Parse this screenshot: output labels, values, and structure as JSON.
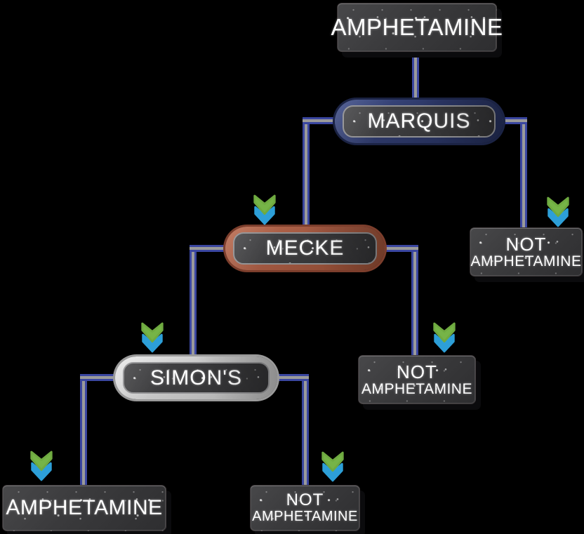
{
  "diagram": {
    "background": "#000000",
    "nodes": {
      "amphetamine_top": {
        "label": "AMPHETAMINE",
        "type": "result-box"
      },
      "marquis": {
        "label": "MARQUIS",
        "type": "reagent-pill",
        "accent": "#2c3766"
      },
      "not_after_marquis": {
        "line1": "NOT",
        "line2": "AMPHETAMINE",
        "type": "result-box"
      },
      "mecke": {
        "label": "MECKE",
        "type": "reagent-pill",
        "accent": "#a05740"
      },
      "not_after_mecke": {
        "line1": "NOT",
        "line2": "AMPHETAMINE",
        "type": "result-box"
      },
      "simons": {
        "label": "SIMON'S",
        "type": "reagent-pill",
        "accent": "#c6c6c6"
      },
      "amphetamine_result": {
        "label": "AMPHETAMINE",
        "type": "result-box"
      },
      "not_after_simons": {
        "line1": "NOT",
        "line2": "AMPHETAMINE",
        "type": "result-box"
      }
    },
    "edges": [
      {
        "from": "amphetamine_top",
        "to": "marquis"
      },
      {
        "from": "marquis",
        "to": "mecke",
        "side": "left"
      },
      {
        "from": "marquis",
        "to": "not_after_marquis",
        "side": "right"
      },
      {
        "from": "mecke",
        "to": "simons",
        "side": "left"
      },
      {
        "from": "mecke",
        "to": "not_after_mecke",
        "side": "right"
      },
      {
        "from": "simons",
        "to": "amphetamine_result",
        "side": "left"
      },
      {
        "from": "simons",
        "to": "not_after_simons",
        "side": "right"
      }
    ],
    "colors": {
      "line_core": "#9a9a9a",
      "line_edge": "#3a46a0",
      "arrow_green": "#76b447",
      "arrow_blue": "#2d9fd8",
      "node_fill": "#3a3a3c",
      "text": "#ffffff"
    },
    "icons": {
      "result_arrow": "double-chevron-down-icon"
    }
  }
}
